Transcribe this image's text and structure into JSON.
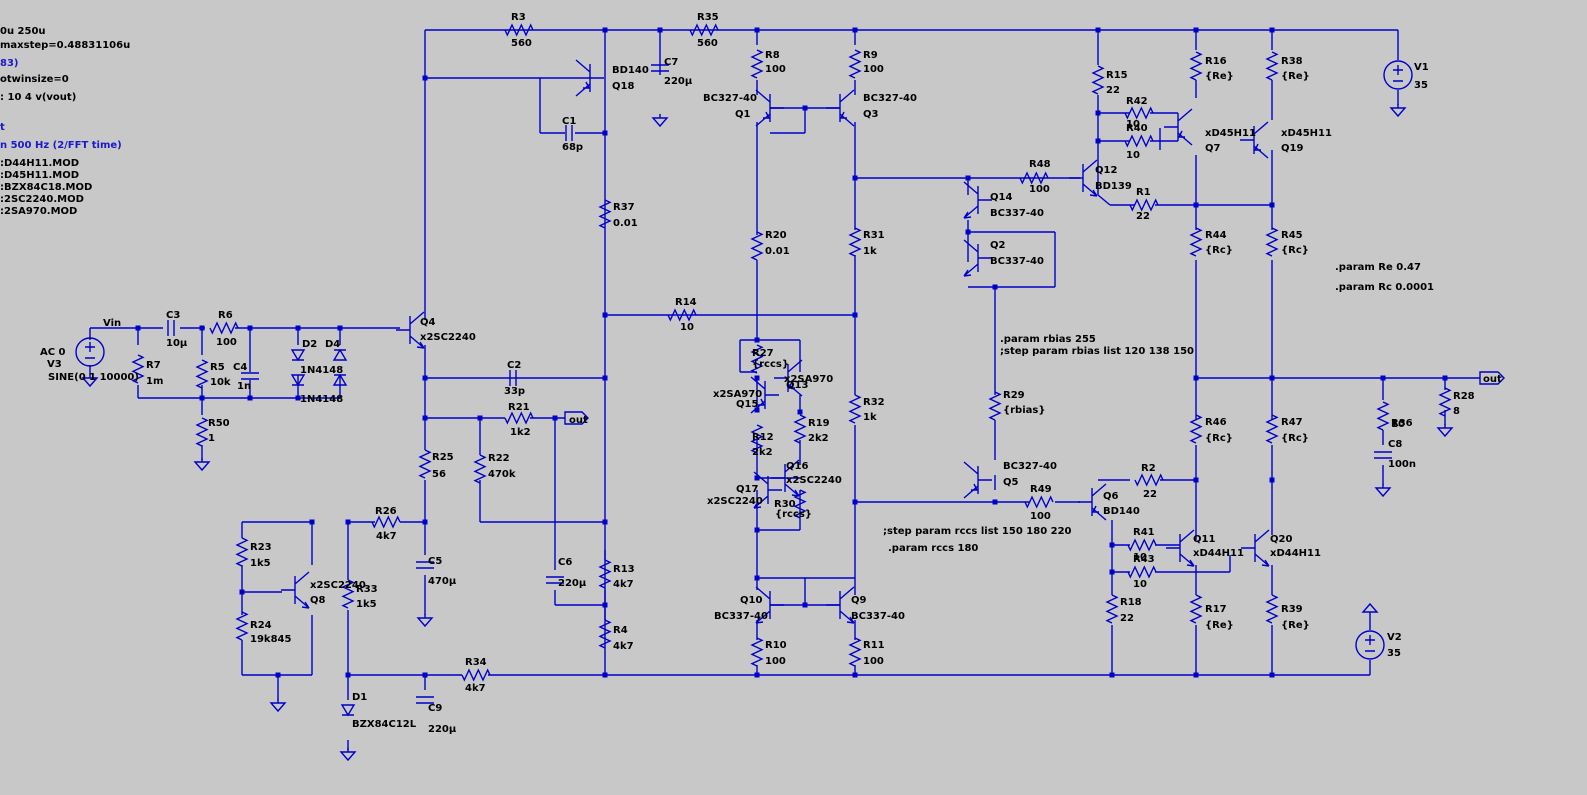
{
  "colors": {
    "background": "#c8c8c8",
    "wire": "#0000cc",
    "text": "#000000",
    "comment_text": "#1a1acc"
  },
  "directives": [
    {
      "text": "0u 250u",
      "blue": false
    },
    {
      "text": "maxstep=0.48831106u",
      "blue": false
    },
    {
      "text": "83)",
      "blue": true
    },
    {
      "text": "otwinsize=0",
      "blue": false
    },
    {
      "text": ": 10 4 v(vout)",
      "blue": false
    },
    {
      "text": "t",
      "blue": true
    },
    {
      "text": "n 500 Hz (2/FFT time)",
      "blue": true
    },
    {
      "text": ":D44H11.MOD",
      "blue": false
    },
    {
      "text": ":D45H11.MOD",
      "blue": false
    },
    {
      "text": ":BZX84C18.MOD",
      "blue": false
    },
    {
      "text": ":2SC2240.MOD",
      "blue": false
    },
    {
      "text": ":2SA970.MOD",
      "blue": false
    }
  ],
  "resistors": [
    {
      "name": "R3",
      "value": "560"
    },
    {
      "name": "R35",
      "value": "560"
    },
    {
      "name": "R8",
      "value": "100"
    },
    {
      "name": "R9",
      "value": "100"
    },
    {
      "name": "R15",
      "value": "22"
    },
    {
      "name": "R16",
      "value": "{Re}"
    },
    {
      "name": "R38",
      "value": "{Re}"
    },
    {
      "name": "R42",
      "value": "10"
    },
    {
      "name": "R40",
      "value": "10"
    },
    {
      "name": "R48",
      "value": "100"
    },
    {
      "name": "R1",
      "value": "22"
    },
    {
      "name": "R37",
      "value": "0.01"
    },
    {
      "name": "R20",
      "value": "0.01"
    },
    {
      "name": "R31",
      "value": "1k"
    },
    {
      "name": "R44",
      "value": "{Rc}"
    },
    {
      "name": "R45",
      "value": "{Rc}"
    },
    {
      "name": "R14",
      "value": "10"
    },
    {
      "name": "R6",
      "value": "100"
    },
    {
      "name": "R7",
      "value": "1m"
    },
    {
      "name": "R5",
      "value": "10k"
    },
    {
      "name": "R50",
      "value": "1"
    },
    {
      "name": "R27",
      "value": "{rccs}"
    },
    {
      "name": "R32",
      "value": "1k"
    },
    {
      "name": "R29",
      "value": "{rbias}"
    },
    {
      "name": "R21",
      "value": "1k2"
    },
    {
      "name": "R22",
      "value": "470k"
    },
    {
      "name": "R25",
      "value": "56"
    },
    {
      "name": "R12",
      "value": "2k2"
    },
    {
      "name": "R19",
      "value": "2k2"
    },
    {
      "name": "R30",
      "value": "{rccs}"
    },
    {
      "name": "R46",
      "value": "{Rc}"
    },
    {
      "name": "R47",
      "value": "{Rc}"
    },
    {
      "name": "R36",
      "value": "10"
    },
    {
      "name": "R28",
      "value": "8"
    },
    {
      "name": "R2",
      "value": "22"
    },
    {
      "name": "R49",
      "value": "100"
    },
    {
      "name": "R26",
      "value": "4k7"
    },
    {
      "name": "R23",
      "value": "1k5"
    },
    {
      "name": "R24",
      "value": "19k845"
    },
    {
      "name": "R33",
      "value": "1k5"
    },
    {
      "name": "R13",
      "value": "4k7"
    },
    {
      "name": "R4",
      "value": "4k7"
    },
    {
      "name": "R41",
      "value": "10"
    },
    {
      "name": "R43",
      "value": "10"
    },
    {
      "name": "R18",
      "value": "22"
    },
    {
      "name": "R17",
      "value": "{Re}"
    },
    {
      "name": "R39",
      "value": "{Re}"
    },
    {
      "name": "R10",
      "value": "100"
    },
    {
      "name": "R11",
      "value": "100"
    },
    {
      "name": "R34",
      "value": "4k7"
    }
  ],
  "capacitors": [
    {
      "name": "C7",
      "value": "220µ"
    },
    {
      "name": "C1",
      "value": "68p"
    },
    {
      "name": "C3",
      "value": "10µ"
    },
    {
      "name": "C4",
      "value": "1n"
    },
    {
      "name": "C2",
      "value": "33p"
    },
    {
      "name": "C5",
      "value": "470µ"
    },
    {
      "name": "C6",
      "value": "220µ"
    },
    {
      "name": "C8",
      "value": "100n"
    },
    {
      "name": "C9",
      "value": "220µ"
    }
  ],
  "transistors": [
    {
      "name": "Q18",
      "model": "BD140"
    },
    {
      "name": "Q1",
      "model": "BC327-40"
    },
    {
      "name": "Q3",
      "model": "BC327-40"
    },
    {
      "name": "Q12",
      "model": "BD139"
    },
    {
      "name": "Q7",
      "model": "xD45H11"
    },
    {
      "name": "Q19",
      "model": "xD45H11"
    },
    {
      "name": "Q14",
      "model": "BC337-40"
    },
    {
      "name": "Q2",
      "model": "BC337-40"
    },
    {
      "name": "Q4",
      "model": "x2SC2240"
    },
    {
      "name": "Q15",
      "model": "x2SA970"
    },
    {
      "name": "Q13",
      "model": "x2SA970"
    },
    {
      "name": "Q16",
      "model": "x2SC2240"
    },
    {
      "name": "Q17",
      "model": "x2SC2240"
    },
    {
      "name": "Q5",
      "model": "BC327-40"
    },
    {
      "name": "Q6",
      "model": "BD140"
    },
    {
      "name": "Q11",
      "model": "xD44H11"
    },
    {
      "name": "Q20",
      "model": "xD44H11"
    },
    {
      "name": "Q8",
      "model": "x2SC2240"
    },
    {
      "name": "Q10",
      "model": "BC337-40"
    },
    {
      "name": "Q9",
      "model": "BC337-40"
    }
  ],
  "diodes": [
    {
      "name": "D2",
      "model": "1N4148"
    },
    {
      "name": "D4",
      "model": "1N4148"
    },
    {
      "name": "D1",
      "model": "BZX84C12L"
    }
  ],
  "sources": [
    {
      "name": "V1",
      "value": "35"
    },
    {
      "name": "V2",
      "value": "35"
    },
    {
      "name": "V3",
      "ac": "AC 0",
      "value": "SINE(0 1 10000)"
    }
  ],
  "net_labels": {
    "vin": "Vin",
    "out1": "out",
    "out2": "out"
  },
  "spice_params": [
    ".param Re 0.47",
    ".param Rc 0.0001",
    ".param rbias 255",
    ";step param rbias list 120 138 150",
    ";step param rccs list 150 180 220",
    ".param rccs 180"
  ]
}
